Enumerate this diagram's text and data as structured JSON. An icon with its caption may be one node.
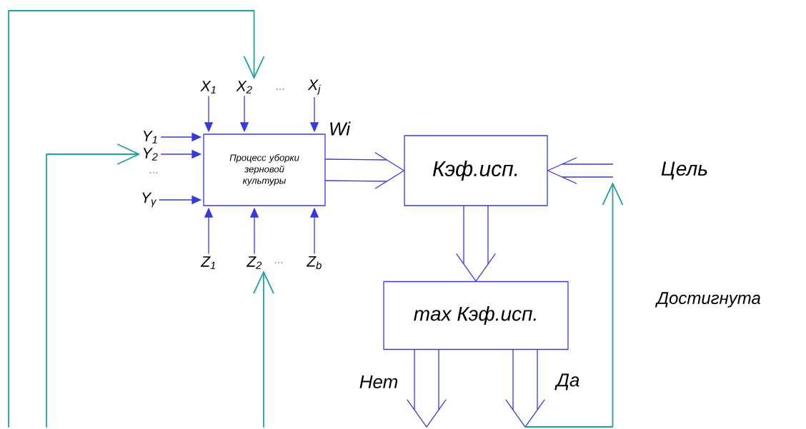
{
  "diagram": {
    "nodes": [
      {
        "text": [
          "Процесс уборки зерновой культуры"
        ]
      },
      {
        "text": [
          "Кэф.исп."
        ]
      },
      {
        "text": [
          "max Кэф.исп."
        ]
      },
      {
        "text": [
          "X$_{1}$"
        ]
      },
      {
        "text": [
          "X$_{2}$"
        ]
      },
      {
        "text": [
          "X$_{j}$"
        ]
      },
      {
        "text": [
          "Y$_{1}$"
        ]
      },
      {
        "text": [
          "Y$_{2}$"
        ]
      },
      {
        "text": [
          "Y$_{γ}$"
        ]
      },
      {
        "text": [
          "Z$_{1}$"
        ]
      },
      {
        "text": [
          "Z$_{2}$"
        ]
      },
      {
        "text": [
          "Z$_{b}$"
        ]
      },
      {
        "text": [
          "Цель"
        ]
      }
    ],
    "edges": [
      {
        "from": 3,
        "to": 0,
        "arrow": "to"
      },
      {
        "from": 4,
        "to": 0,
        "arrow": "to"
      },
      {
        "from": 5,
        "to": 0,
        "arrow": "to"
      },
      {
        "from": 6,
        "to": 0,
        "arrow": "to"
      },
      {
        "from": 7,
        "to": 0,
        "arrow": "to"
      },
      {
        "from": 8,
        "to": 0,
        "arrow": "to"
      },
      {
        "from": 9,
        "to": 0,
        "arrow": "to"
      },
      {
        "from": 10,
        "to": 0,
        "arrow": "to"
      },
      {
        "from": 11,
        "to": 0,
        "arrow": "to"
      },
      {
        "from": 0,
        "to": 1,
        "arrow": "to",
        "label": "Wi"
      },
      {
        "from": 12,
        "to": 1,
        "arrow": "to"
      },
      {
        "from": 1,
        "to": 2,
        "arrow": "to"
      },
      {
        "from": 2,
        "to": null,
        "arrow": "to",
        "label": "Нет"
      },
      {
        "from": 2,
        "to": null,
        "arrow": "to",
        "label": "Да"
      },
      {
        "from": null,
        "to": 4,
        "arrow": "to",
        "color": "#20a0a0"
      },
      {
        "from": null,
        "to": 7,
        "arrow": "to",
        "color": "#20a0a0"
      },
      {
        "from": null,
        "to": 10,
        "arrow": "to",
        "color": "#20a0a0"
      },
      {
        "from": null,
        "to": 12,
        "arrow": "to",
        "color": "#20a0a0",
        "label": "Достигнута"
      }
    ],
    "labels": [
      "...",
      "...",
      "..."
    ]
  }
}
